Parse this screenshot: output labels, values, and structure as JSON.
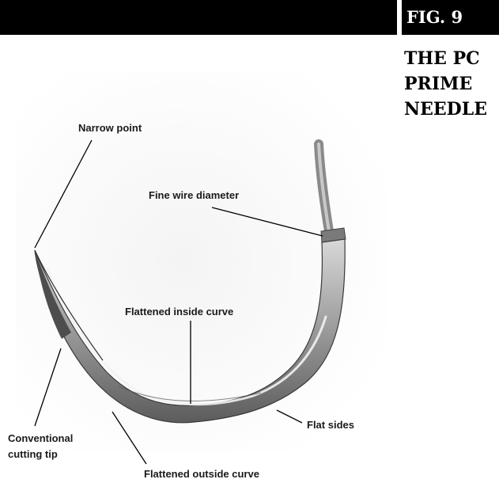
{
  "figure": {
    "label": "FIG. 9",
    "title_lines": [
      "THE PC",
      "PRIME",
      "NEEDLE"
    ]
  },
  "callouts": {
    "narrow_point": "Narrow point",
    "fine_wire_diameter": "Fine wire diameter",
    "flattened_inside_curve": "Flattened inside curve",
    "flat_sides": "Flat sides",
    "conventional_cutting_tip_line1": "Conventional",
    "conventional_cutting_tip_line2": "cutting tip",
    "flattened_outside_curve": "Flattened outside curve"
  }
}
